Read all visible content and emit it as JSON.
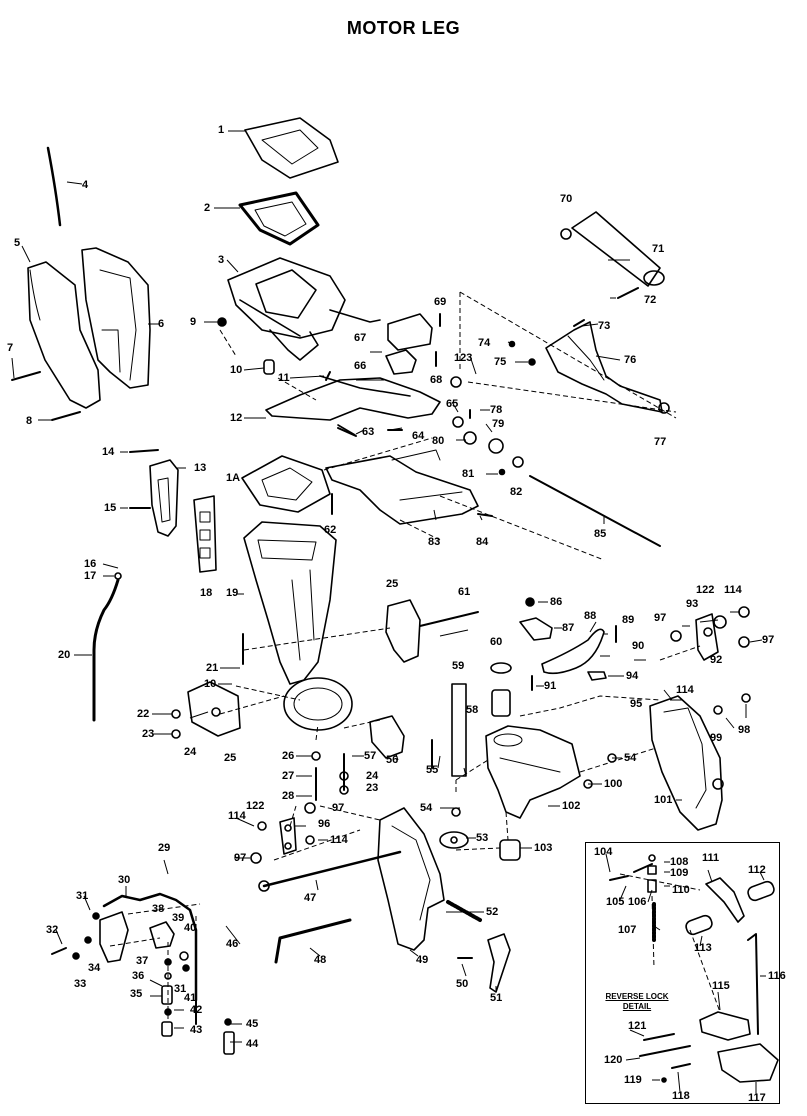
{
  "title": "MOTOR LEG",
  "detail_box": {
    "label_line1": "REVERSE LOCK",
    "label_line2": "DETAIL"
  },
  "callouts": [
    "1",
    "2",
    "3",
    "4",
    "5",
    "6",
    "7",
    "8",
    "9",
    "10",
    "11",
    "12",
    "13",
    "1A",
    "14",
    "15",
    "16",
    "17",
    "18",
    "19",
    "20",
    "21",
    "10",
    "22",
    "23",
    "24",
    "25",
    "25",
    "26",
    "27",
    "28",
    "57",
    "24",
    "23",
    "56",
    "55",
    "29",
    "30",
    "31",
    "32",
    "33",
    "34",
    "35",
    "36",
    "37",
    "38",
    "39",
    "40",
    "41",
    "42",
    "43",
    "44",
    "45",
    "46",
    "31",
    "47",
    "48",
    "49",
    "50",
    "51",
    "52",
    "53",
    "54",
    "54",
    "58",
    "59",
    "60",
    "61",
    "62",
    "63",
    "64",
    "65",
    "66",
    "67",
    "68",
    "69",
    "70",
    "71",
    "72",
    "73",
    "74",
    "75",
    "76",
    "77",
    "78",
    "79",
    "80",
    "81",
    "82",
    "83",
    "84",
    "85",
    "86",
    "87",
    "88",
    "89",
    "90",
    "91",
    "92",
    "93",
    "94",
    "95",
    "96",
    "97",
    "97",
    "97",
    "98",
    "99",
    "100",
    "101",
    "102",
    "103",
    "114",
    "114",
    "114",
    "114",
    "122",
    "122",
    "123",
    "104",
    "105",
    "106",
    "107",
    "108",
    "109",
    "110",
    "111",
    "112",
    "113",
    "115",
    "116",
    "117",
    "118",
    "119",
    "120",
    "121"
  ],
  "colors": {
    "ink": "#000000",
    "paper": "#ffffff",
    "shade": "#777777"
  }
}
